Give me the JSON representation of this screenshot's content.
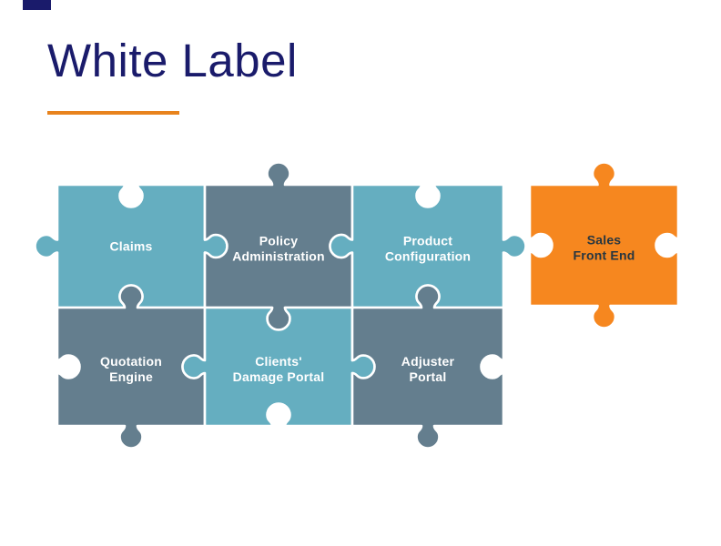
{
  "slide": {
    "title": "White Label",
    "title_color": "#1A1B6B",
    "accent_color": "#E8831D"
  },
  "colors": {
    "teal": "#65AEC0",
    "slate": "#647E8E",
    "orange": "#F6871F",
    "label_light": "#FFFFFF",
    "label_dark": "#273640",
    "stroke": "#FFFFFF"
  },
  "puzzle": {
    "pieces": [
      {
        "id": "claims",
        "label_lines": [
          "Claims"
        ],
        "color": "teal",
        "text": "light"
      },
      {
        "id": "policy-administration",
        "label_lines": [
          "Policy",
          "Administration"
        ],
        "color": "slate",
        "text": "light"
      },
      {
        "id": "product-configuration",
        "label_lines": [
          "Product",
          "Configuration"
        ],
        "color": "teal",
        "text": "light"
      },
      {
        "id": "quotation-engine",
        "label_lines": [
          "Quotation",
          "Engine"
        ],
        "color": "slate",
        "text": "light"
      },
      {
        "id": "clients-damage-portal",
        "label_lines": [
          "Clients'",
          "Damage Portal"
        ],
        "color": "teal",
        "text": "light"
      },
      {
        "id": "adjuster-portal",
        "label_lines": [
          "Adjuster",
          "Portal"
        ],
        "color": "slate",
        "text": "light"
      },
      {
        "id": "sales-front-end",
        "label_lines": [
          "Sales",
          "Front End"
        ],
        "color": "orange",
        "text": "dark"
      }
    ]
  }
}
